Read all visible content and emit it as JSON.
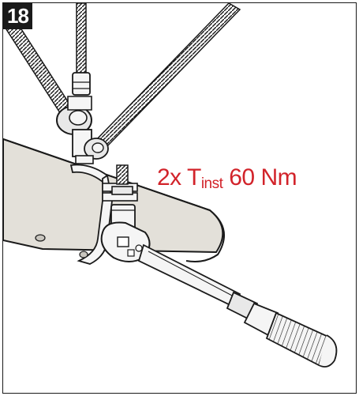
{
  "step": {
    "number": "18"
  },
  "annotation": {
    "prefix": "2x ",
    "symbol": "T",
    "subscript": "inst",
    "value": "60 Nm"
  },
  "colors": {
    "line": "#1a1a1a",
    "pipe_fill": "#e3e0d9",
    "metal_fill": "#f5f5f5",
    "label": "#d2232a"
  }
}
